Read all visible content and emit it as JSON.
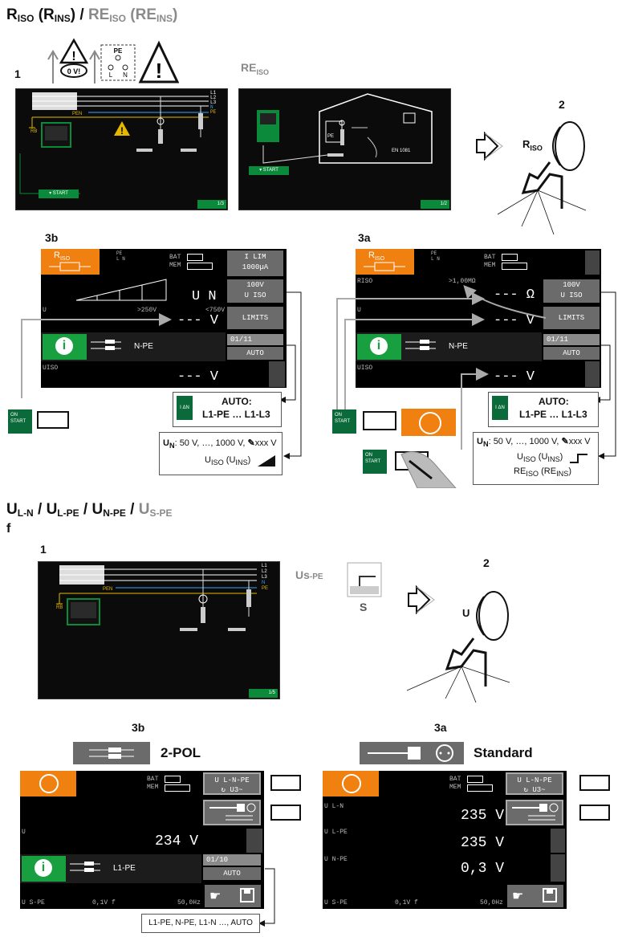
{
  "section1": {
    "title_R": "R",
    "title_ISO": "ISO",
    "title_paren_R": "(R",
    "title_paren_INS": "INS",
    "title_paren_close": ")",
    "title_slash": " / ",
    "title_RE": "RE",
    "title_RE_ISO": "ISO",
    "title_RE_paren": "(RE",
    "title_RE_INS": "INS",
    "title_RE_close": ")",
    "step1": "1",
    "step2": "2",
    "step3b": "3b",
    "step3a": "3a",
    "icon_0v": "0 V!",
    "icon_pe": "PE",
    "icon_l": "L",
    "icon_n": "N",
    "reiso_label_RE": "RE",
    "reiso_label_ISO": "ISO",
    "screen1": {
      "lines": [
        "L1",
        "L2",
        "L3",
        "N",
        "PE"
      ],
      "pen": "PEN",
      "rb": "RB",
      "start": "START",
      "page": "1/3"
    },
    "screen2": {
      "pe": "PE",
      "en": "EN 1081",
      "start": "START",
      "page": "1/2"
    },
    "rotary_label_R": "R",
    "rotary_label_ISO": "ISO",
    "device3b": {
      "mode_R": "R",
      "mode_ISO": "ISO",
      "bat": "BAT",
      "mem": "MEM",
      "ilim": "I LIM",
      "ilim_val": "1000µA",
      "un": "U N",
      "u": "U",
      "gt250": ">250V",
      "lt750": "<750V",
      "dashes_v": "--- V",
      "btn_100v": "100V",
      "btn_uiso": "U ISO",
      "limits": "LIMITS",
      "npe": "N-PE",
      "counter": "01/11",
      "auto": "AUTO",
      "uiso": "UISO",
      "dashes_v2": "--- V"
    },
    "device3a": {
      "mode_R": "R",
      "mode_ISO": "ISO",
      "bat": "BAT",
      "mem": "MEM",
      "riso": "RISO",
      "gt1": ">1,00MΩ",
      "dashes_ohm": "--- Ω",
      "u": "U",
      "dashes_v": "--- V",
      "btn_100v": "100V",
      "btn_uiso": "U ISO",
      "limits": "LIMITS",
      "npe": "N-PE",
      "counter": "01/11",
      "auto": "AUTO",
      "uiso": "UISO",
      "dashes_v2": "--- V"
    },
    "auto_box": {
      "title": "AUTO:",
      "text": "L1-PE … L1-L3",
      "icon": "I ΔN"
    },
    "un_box_3b": {
      "prefix": "U",
      "sub": "N",
      "text": ": 50 V, …, 1000 V,",
      "xxx": "xxx V",
      "line2": "U",
      "line2_sub": "ISO",
      "line2_paren": "(U",
      "line2_paren_sub": "INS",
      "line2_close": ")"
    },
    "un_box_3a": {
      "prefix": "U",
      "sub": "N",
      "text": ": 50 V, …, 1000 V,",
      "xxx": "xxx V",
      "line2": "U",
      "line2_sub": "ISO",
      "line2_paren": "(U",
      "line2_paren_sub": "INS",
      "line2_close": ")",
      "line3": "RE",
      "line3_sub": "ISO",
      "line3_paren": "(RE",
      "line3_paren_sub": "INS",
      "line3_close": ")"
    },
    "on_start": [
      "ON",
      "START"
    ]
  },
  "section2": {
    "title_parts": [
      "U",
      "L-N",
      " / U",
      "L-PE",
      " / U",
      "N-PE",
      " / "
    ],
    "title_grey": "U",
    "title_grey_sub": "S-PE",
    "f": "f",
    "step1": "1",
    "step2": "2",
    "step3b": "3b",
    "step3a": "3a",
    "us_pe_U": "Us",
    "us_pe_sub": "-PE",
    "s_label": "S",
    "rotary_U": "U",
    "screen": {
      "lines": [
        "L1",
        "L2",
        "L3",
        "N",
        "PE"
      ],
      "pen": "PEN",
      "rb": "RB",
      "page": "1/5"
    },
    "pol2": "2-POL",
    "standard": "Standard",
    "device3b": {
      "bat": "BAT",
      "mem": "MEM",
      "btn1": "U L-N-PE",
      "btn1b": "U3~",
      "u": "U",
      "val": "234  V",
      "l1pe": "L1-PE",
      "counter": "01/10",
      "auto": "AUTO",
      "us_pe": "U S-PE",
      "v01": "0,1V f",
      "hz": "50,0Hz"
    },
    "device3a": {
      "bat": "BAT",
      "mem": "MEM",
      "btn1": "U L-N-PE",
      "btn1b": "U3~",
      "uln": "U L-N",
      "val1": "235  V",
      "ulpe": "U L-PE",
      "val2": "235  V",
      "unpe": "U N-PE",
      "val3": "0,3  V",
      "us_pe": "U S-PE",
      "v01": "0,1V f",
      "hz": "50,0Hz"
    },
    "bottom_box": "L1-PE, N-PE, L1-N …, AUTO"
  }
}
